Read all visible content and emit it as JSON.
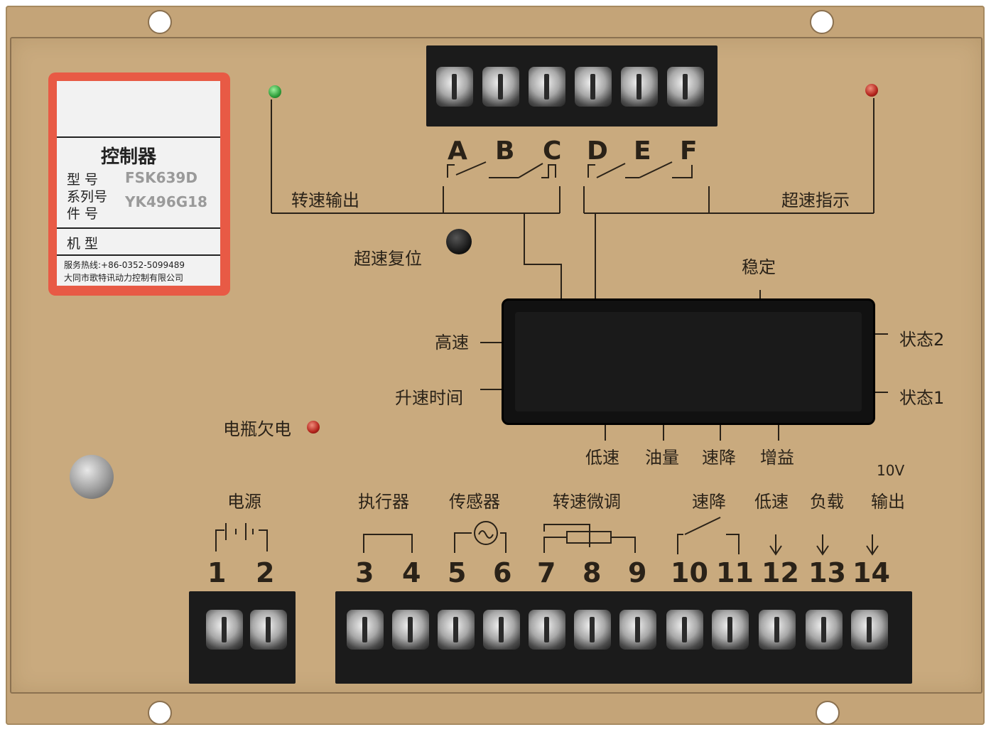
{
  "label_card": {
    "product_name": "控制器",
    "model_label": "型  号",
    "model_value": "FSK639D",
    "series_label": "系列号",
    "series_value": "YK496G18",
    "part_label": "件  号",
    "machine_label": "机  型",
    "hotline": "服务热线:+86-0352-5099489",
    "company": "大同市歌特讯动力控制有限公司"
  },
  "top_terminals": {
    "letters": [
      "A",
      "B",
      "C",
      "D",
      "E",
      "F"
    ]
  },
  "top_labels": {
    "speed_output": "转速输出",
    "overspeed_indicator": "超速指示",
    "overspeed_reset": "超速复位",
    "stable": "稳定"
  },
  "display_labels": {
    "high_speed": "高速",
    "ramp_time": "升速时间",
    "state2": "状态2",
    "state1": "状态1",
    "low_speed": "低速",
    "fuel": "油量",
    "speed_droop": "速降",
    "gain": "增益"
  },
  "battery_low": "电瓶欠电",
  "bottom_labels": {
    "power": "电源",
    "actuator": "执行器",
    "sensor": "传感器",
    "speed_trim": "转速微调",
    "droop": "速降",
    "low_speed": "低速",
    "load": "负载",
    "output_10v_top": "10V",
    "output_10v_bottom": "输出"
  },
  "bottom_numbers": [
    "1",
    "2",
    "3",
    "4",
    "5",
    "6",
    "7",
    "8",
    "9",
    "10",
    "11",
    "12",
    "13",
    "14"
  ],
  "colors": {
    "panel": "#c9aa7e",
    "label_border": "#e85a45",
    "led_green": "#2e9e3a",
    "led_red": "#b3241c"
  }
}
